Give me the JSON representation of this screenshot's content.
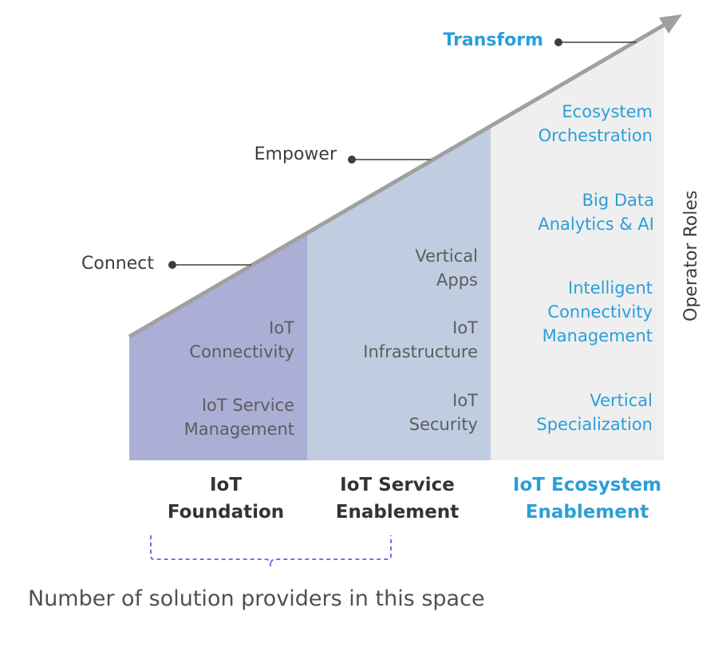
{
  "stages": {
    "connect": "Connect",
    "empower": "Empower",
    "transform": "Transform"
  },
  "side_title": "Operator Roles",
  "columns": {
    "foundation": {
      "items": [
        [
          "IoT",
          "Connectivity"
        ],
        [
          "IoT Service",
          "Management"
        ]
      ],
      "label": [
        "IoT",
        "Foundation"
      ],
      "color": "#abafd6"
    },
    "service": {
      "items": [
        [
          "Vertical",
          "Apps"
        ],
        [
          "IoT",
          "Infrastructure"
        ],
        [
          "IoT",
          "Security"
        ]
      ],
      "label": [
        "IoT Service",
        "Enablement"
      ],
      "color": "#c0cde0"
    },
    "ecosystem": {
      "items": [
        [
          "Ecosystem",
          "Orchestration"
        ],
        [
          "Big Data",
          "Analytics & AI"
        ],
        [
          "Intelligent",
          "Connectivity",
          "Management"
        ],
        [
          "Vertical",
          "Specialization"
        ]
      ],
      "label": [
        "IoT Ecosystem",
        "Enablement"
      ],
      "color": "#efefef"
    }
  },
  "footnote": "Number of solution providers in this space",
  "colors": {
    "accent": "#2a9fd8",
    "arrow": "#a0a0a0",
    "bracket": "#6a5be0"
  }
}
